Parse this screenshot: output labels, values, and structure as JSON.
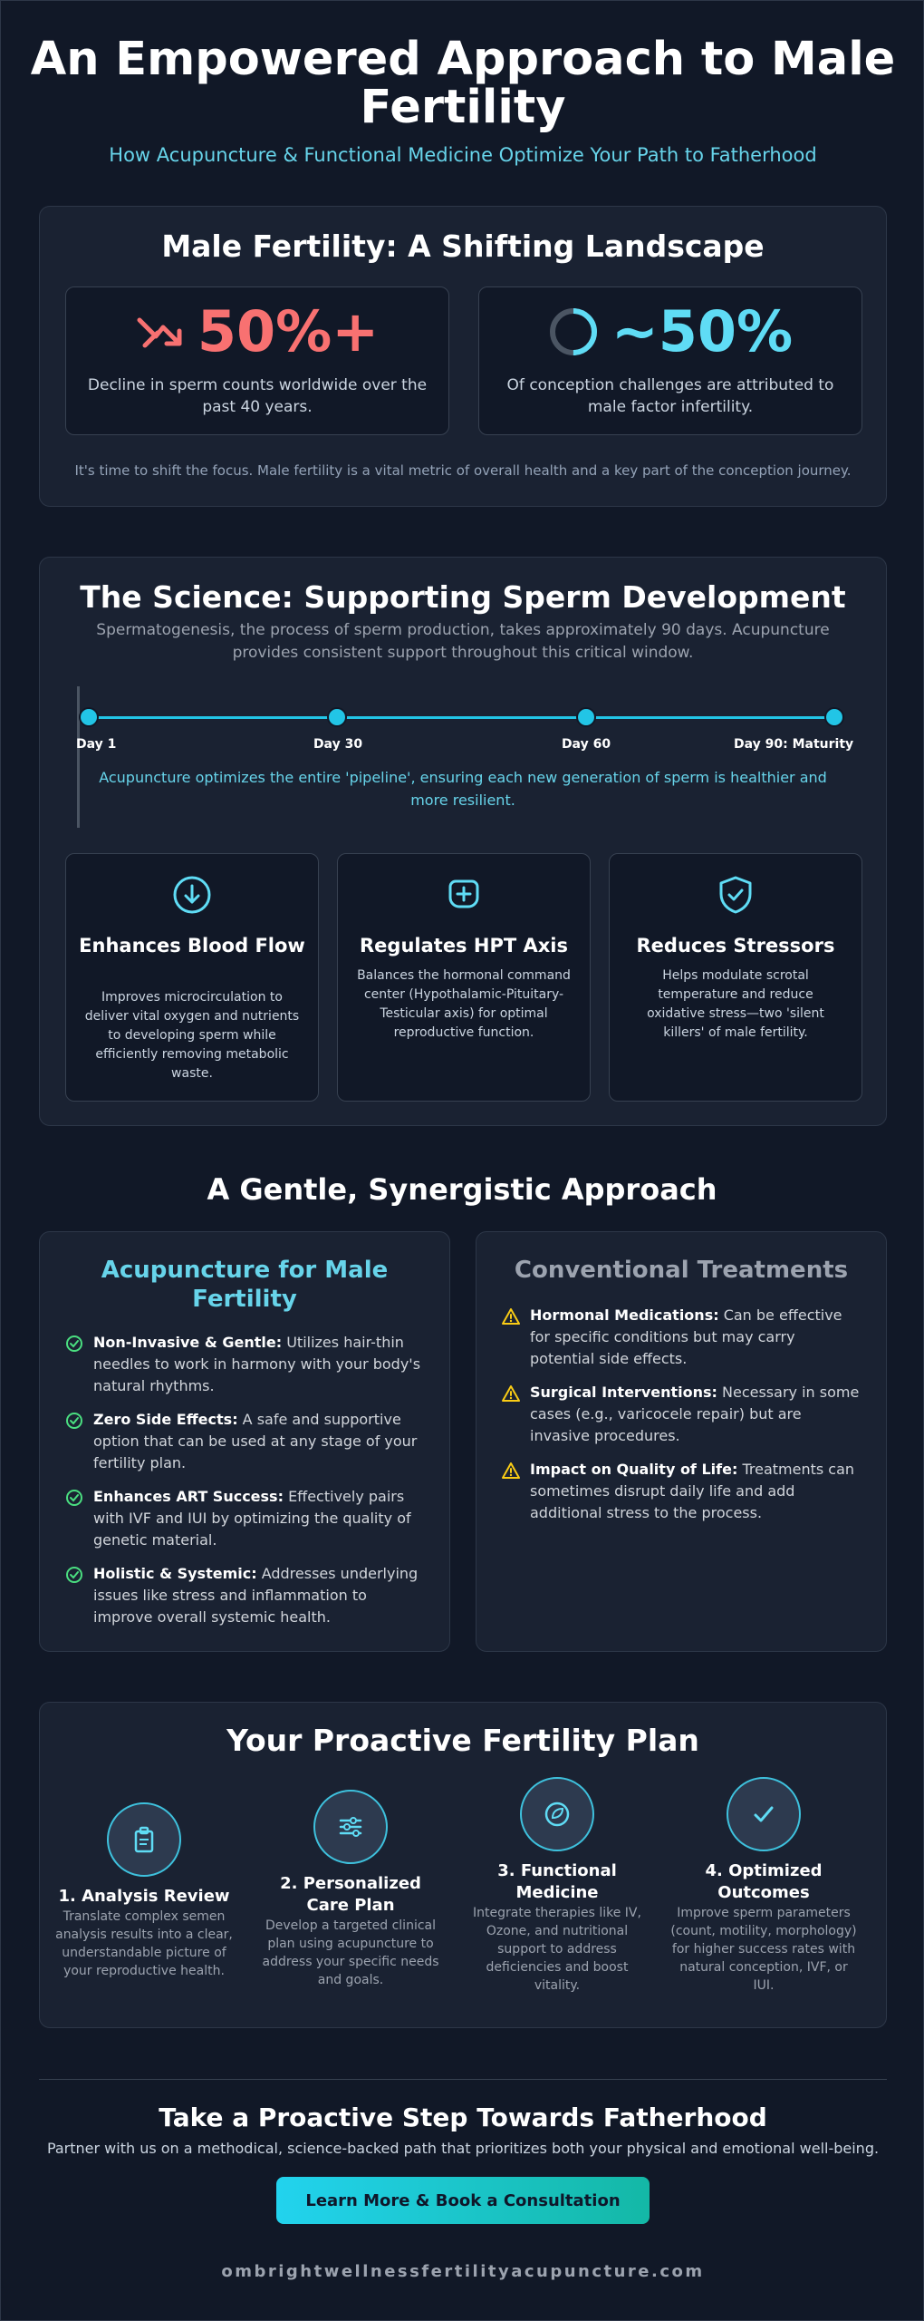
{
  "header": {
    "title": "An Empowered Approach to Male Fertility",
    "subtitle": "How Acupuncture & Functional Medicine Optimize Your Path to Fatherhood"
  },
  "landscape": {
    "title": "Male Fertility: A Shifting Landscape",
    "stats": [
      {
        "value": "50%+",
        "description": "Decline in sperm counts worldwide over the past 40 years.",
        "icon": "trending-down-icon",
        "color": "#f87171"
      },
      {
        "value": "~50%",
        "description": "Of conception challenges are attributed to male factor infertility.",
        "icon": "ring-progress-icon",
        "color": "#5fdcf5",
        "progress": 0.5
      }
    ],
    "note": "It's time to shift the focus. Male fertility is a vital metric of overall health and a key part of the conception journey."
  },
  "science": {
    "title": "The Science: Supporting Sperm Development",
    "intro": "Spermatogenesis, the process of sperm production, takes approximately 90 days. Acupuncture provides consistent support throughout this critical window.",
    "timeline": [
      "Day 1",
      "Day 30",
      "Day 60",
      "Day 90: Maturity"
    ],
    "timeline_note": "Acupuncture optimizes the entire 'pipeline', ensuring each new generation of sperm is healthier and more resilient.",
    "features": [
      {
        "title": "Enhances Blood Flow",
        "description": "Improves microcirculation to deliver vital oxygen and nutrients to developing sperm while efficiently removing metabolic waste.",
        "icon": "arrow-down-circle-icon"
      },
      {
        "title": "Regulates HPT Axis",
        "description": "Balances the hormonal command center (Hypothalamic-Pituitary-Testicular axis) for optimal reproductive function.",
        "icon": "brain-plus-icon"
      },
      {
        "title": "Reduces Stressors",
        "description": "Helps modulate scrotal temperature and reduce oxidative stress—two 'silent killers' of male fertility.",
        "icon": "shield-check-icon"
      }
    ]
  },
  "compare": {
    "title": "A Gentle, Synergistic Approach",
    "acupuncture": {
      "title": "Acupuncture for Male Fertility",
      "color": "#67d4ea",
      "items": [
        {
          "label": "Non-Invasive & Gentle:",
          "text": " Utilizes hair-thin needles to work in harmony with your body's natural rhythms."
        },
        {
          "label": "Zero Side Effects:",
          "text": " A safe and supportive option that can be used at any stage of your fertility plan."
        },
        {
          "label": "Enhances ART Success:",
          "text": " Effectively pairs with IVF and IUI by optimizing the quality of genetic material."
        },
        {
          "label": "Holistic & Systemic:",
          "text": " Addresses underlying issues like stress and inflammation to improve overall systemic health."
        }
      ]
    },
    "conventional": {
      "title": "Conventional Treatments",
      "color": "#9ca3af",
      "items": [
        {
          "label": "Hormonal Medications:",
          "text": " Can be effective for specific conditions but may carry potential side effects."
        },
        {
          "label": "Surgical Interventions:",
          "text": " Necessary in some cases (e.g., varicocele repair) but are invasive procedures."
        },
        {
          "label": "Impact on Quality of Life:",
          "text": " Treatments can sometimes disrupt daily life and add additional stress to the process."
        }
      ]
    }
  },
  "plan": {
    "title": "Your Proactive Fertility Plan",
    "steps": [
      {
        "title": "1. Analysis Review",
        "description": "Translate complex semen analysis results into a clear, understandable picture of your reproductive health.",
        "icon": "clipboard-icon"
      },
      {
        "title": "2. Personalized Care Plan",
        "description": "Develop a targeted clinical plan using acupuncture to address your specific needs and goals.",
        "icon": "sliders-icon"
      },
      {
        "title": "3. Functional Medicine",
        "description": "Integrate therapies like IV, Ozone, and nutritional support to address deficiencies and boost vitality.",
        "icon": "leaf-circle-icon"
      },
      {
        "title": "4. Optimized Outcomes",
        "description": "Improve sperm parameters (count, motility, morphology) for higher success rates with natural conception, IVF, or IUI.",
        "icon": "check-icon"
      }
    ]
  },
  "cta": {
    "title": "Take a Proactive Step Towards Fatherhood",
    "subtitle": "Partner with us on a methodical, science-backed path that prioritizes both your physical and emotional well-being.",
    "button": "Learn More & Book a Consultation",
    "website": "ombrightwellnessfertilityacupuncture.com"
  }
}
